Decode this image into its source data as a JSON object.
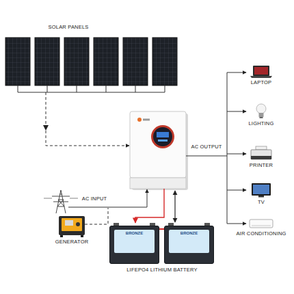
{
  "diagram": {
    "nodes": [
      {
        "text": [
          "BRONZE"
        ]
      },
      {
        "text": [
          "BRONZE"
        ]
      }
    ],
    "edges": [
      {
        "from": 0,
        "to": 1,
        "arrow": "none"
      }
    ],
    "labels": [
      "SOLAR PANELS",
      "AC OUTPUT",
      "LAPTOP",
      "LIGHTING",
      "PRINTER",
      "TV",
      "AC INPUT",
      "GENERATOR",
      "AIR CONDITIONING",
      "LIFEPO4 LITHIUM BATTERY"
    ]
  }
}
